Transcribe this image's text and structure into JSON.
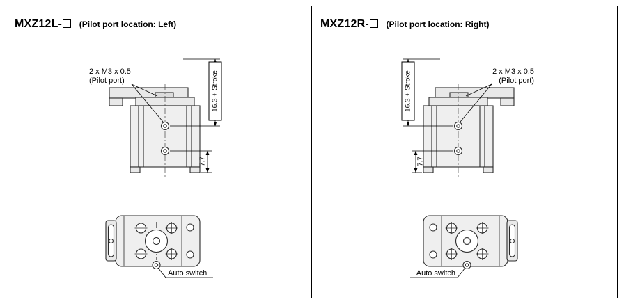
{
  "figure": {
    "type": "pneumatic-slide-table-dimension-drawings"
  },
  "panels": [
    {
      "model": "MXZ12L-",
      "subtitle": "(Pilot port location: Left)",
      "labels": {
        "thread": "2 x M3 x 0.5",
        "pilot_port": "(Pilot port)",
        "stroke": "16.3 + Stroke",
        "height": "7.7",
        "auto_switch": "Auto switch"
      }
    },
    {
      "model": "MXZ12R-",
      "subtitle": "(Pilot port location: Right)",
      "labels": {
        "thread": "2 x M3 x 0.5",
        "pilot_port": "(Pilot port)",
        "stroke": "16.3 + Stroke",
        "height": "7.7",
        "auto_switch": "Auto switch"
      }
    }
  ],
  "colors": {
    "line": "#2b2b2b",
    "dim_line": "#000000",
    "part_fill": "#efefef",
    "border": "#000000"
  }
}
